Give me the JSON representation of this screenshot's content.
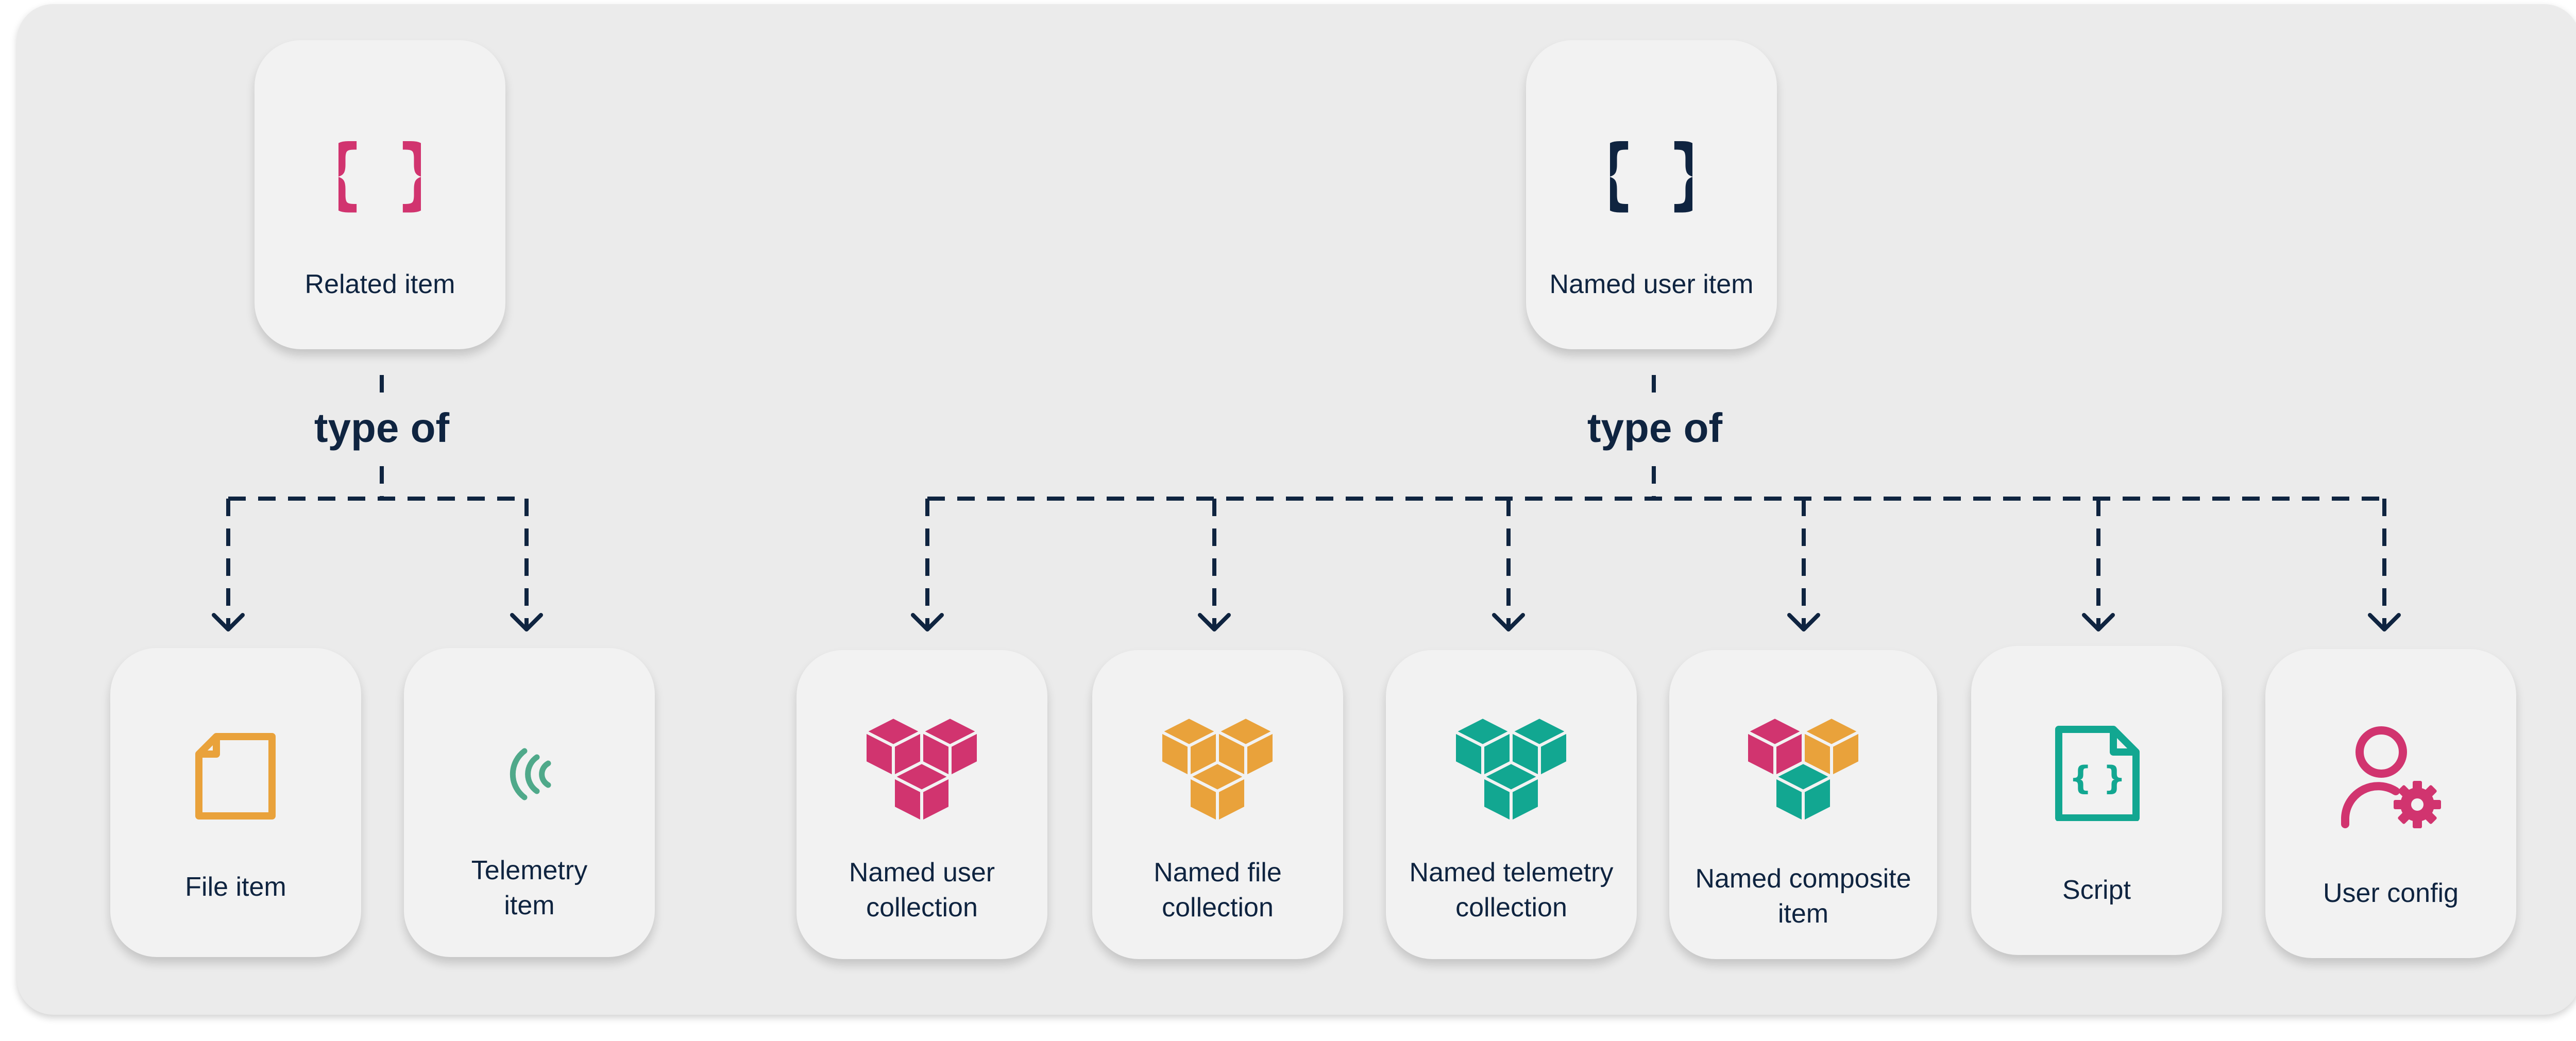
{
  "parents": [
    {
      "id": "related",
      "label": "Related item",
      "icon": "curly-braces-icon",
      "icon_color": "#d1346f",
      "children_label": "type of"
    },
    {
      "id": "named-user",
      "label": "Named user item",
      "icon": "curly-braces-icon",
      "icon_color": "#0f2440",
      "children_label": "type of"
    }
  ],
  "children": [
    {
      "id": "file-item",
      "parent": "related",
      "label_lines": [
        "File item"
      ],
      "icon": "file-icon",
      "icon_color": "#e9a23b"
    },
    {
      "id": "telemetry-item",
      "parent": "related",
      "label_lines": [
        "Telemetry",
        "item"
      ],
      "icon": "telemetry-signal-icon",
      "icon_color": "#4fa98a"
    },
    {
      "id": "named-user-collection",
      "parent": "named-user",
      "label_lines": [
        "Named user",
        "collection"
      ],
      "icon": "cubes-icon",
      "icon_color": "#d1346f"
    },
    {
      "id": "named-file-collection",
      "parent": "named-user",
      "label_lines": [
        "Named file",
        "collection"
      ],
      "icon": "cubes-icon",
      "icon_color": "#e9a23b"
    },
    {
      "id": "named-telemetry-collection",
      "parent": "named-user",
      "label_lines": [
        "Named telemetry",
        "collection"
      ],
      "icon": "cubes-icon",
      "icon_color": "#12a791"
    },
    {
      "id": "named-composite-item",
      "parent": "named-user",
      "label_lines": [
        "Named composite",
        "item"
      ],
      "icon": "composite-cubes-icon",
      "icon_colors": [
        "#d1346f",
        "#e9a23b",
        "#12a791"
      ]
    },
    {
      "id": "script",
      "parent": "named-user",
      "label_lines": [
        "Script"
      ],
      "icon": "script-file-icon",
      "icon_color": "#12a791"
    },
    {
      "id": "user-config",
      "parent": "named-user",
      "label_lines": [
        "User config"
      ],
      "icon": "user-config-icon",
      "icon_color": "#d1346f"
    }
  ],
  "colors": {
    "panel": "#ebebeb",
    "card": "#f2f2f2",
    "ink": "#0f2440"
  }
}
